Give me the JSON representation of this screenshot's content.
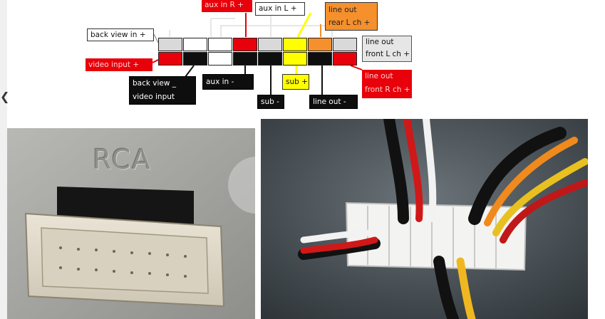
{
  "pinout": {
    "labels": {
      "aux_in_r": "aux in R +",
      "aux_in_l": "aux in L +",
      "line_out_rear_l_1": "line out",
      "line_out_rear_l_2": "rear L ch +",
      "back_view_in": "back view in +",
      "line_out_front_l_1": "line out",
      "line_out_front_l_2": "front L ch +",
      "video_input": "video input +",
      "back_view_video_1": "back view _",
      "back_view_video_2": "video input",
      "aux_in_minus": "aux in -",
      "sub_plus": "sub +",
      "line_out_front_r_1": "line out",
      "line_out_front_r_2": "front R ch +",
      "sub_minus": "sub -",
      "line_out_minus": "line out -"
    },
    "colors": {
      "red": "#e8000a",
      "black": "#0e0e0e",
      "yellow": "#ffff00",
      "orange": "#f5902c",
      "gray": "#d9d9d9",
      "white": "#ffffff"
    },
    "top_row_colors": [
      "gray",
      "white",
      "white",
      "red",
      "gray",
      "yellow",
      "orange",
      "gray"
    ],
    "bottom_row_colors": [
      "red",
      "black",
      "white",
      "black",
      "black",
      "yellow",
      "black",
      "red"
    ]
  },
  "photo_left": {
    "embossed_text": "RCA"
  }
}
